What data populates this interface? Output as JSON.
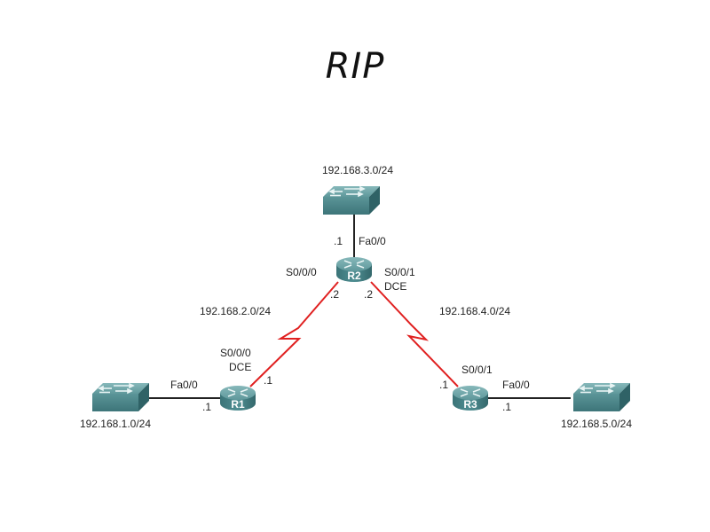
{
  "title": "RIP",
  "colors": {
    "serial_link": "#e02020",
    "ethernet_link": "#222222",
    "device_top": "#6aa3a5",
    "device_side": "#3f7f83",
    "label_text": "#222222"
  },
  "switches": [
    {
      "id": "sw-top",
      "network": "192.168.3.0/24",
      "icon": "switch-icon"
    },
    {
      "id": "sw-left",
      "network": "192.168.1.0/24",
      "icon": "switch-icon"
    },
    {
      "id": "sw-right",
      "network": "192.168.5.0/24",
      "icon": "switch-icon"
    }
  ],
  "routers": [
    {
      "id": "r1",
      "name": "R1",
      "icon": "router-icon"
    },
    {
      "id": "r2",
      "name": "R2",
      "icon": "router-icon"
    },
    {
      "id": "r3",
      "name": "R3",
      "icon": "router-icon"
    }
  ],
  "links": [
    {
      "from": "R2",
      "to": "sw-top",
      "type": "ethernet",
      "interface": "Fa0/0",
      "host": ".1"
    },
    {
      "from": "R1",
      "to": "sw-left",
      "type": "ethernet",
      "interface": "Fa0/0",
      "host": ".1"
    },
    {
      "from": "R3",
      "to": "sw-right",
      "type": "ethernet",
      "interface": "Fa0/0",
      "host": ".1"
    },
    {
      "from": "R1",
      "to": "R2",
      "type": "serial",
      "network": "192.168.2.0/24",
      "r1_interface": "S0/0/0",
      "r1_role": "DCE",
      "r1_host": ".1",
      "r2_interface": "S0/0/0",
      "r2_host": ".2"
    },
    {
      "from": "R2",
      "to": "R3",
      "type": "serial",
      "network": "192.168.4.0/24",
      "r2_interface": "S0/0/1",
      "r2_role": "DCE",
      "r2_host": ".2",
      "r3_interface": "S0/0/1",
      "r3_host": ".1"
    }
  ]
}
